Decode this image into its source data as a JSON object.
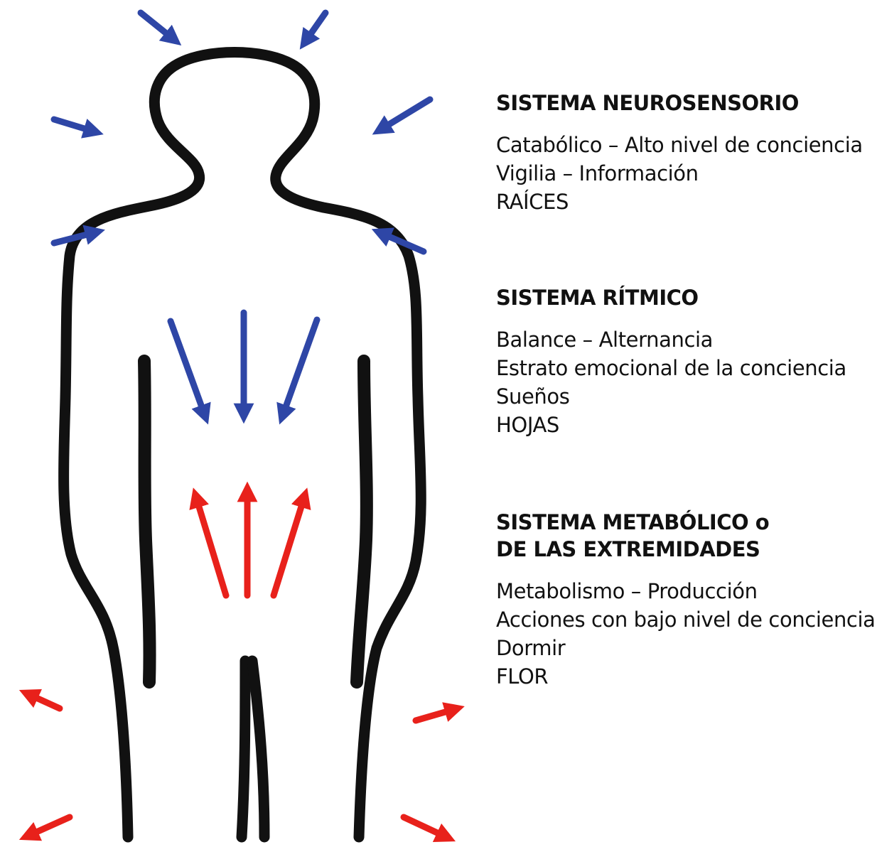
{
  "diagram": {
    "colors": {
      "outline": "#111111",
      "inward_arrows": "#2e46a6",
      "outward_arrows": "#e8211b",
      "background": "#ffffff"
    },
    "arrow_groups": [
      {
        "name": "inward",
        "color": "blue"
      },
      {
        "name": "outward",
        "color": "red"
      }
    ]
  },
  "sections": [
    {
      "id": "neurosensorio",
      "title_lines": [
        "SISTEMA NEUROSENSORIO"
      ],
      "lines": [
        "Catabólico – Alto nivel de conciencia",
        "Vigilia – Información",
        "RAÍCES"
      ]
    },
    {
      "id": "ritmico",
      "title_lines": [
        "SISTEMA RÍTMICO"
      ],
      "lines": [
        "Balance – Alternancia",
        "Estrato emocional de la conciencia",
        "Sueños",
        "HOJAS"
      ]
    },
    {
      "id": "metabolico",
      "title_lines": [
        "SISTEMA METABÓLICO o",
        "DE LAS EXTREMIDADES"
      ],
      "lines": [
        "Metabolismo – Producción",
        "Acciones con bajo nivel de conciencia",
        "Dormir",
        "FLOR"
      ]
    }
  ]
}
